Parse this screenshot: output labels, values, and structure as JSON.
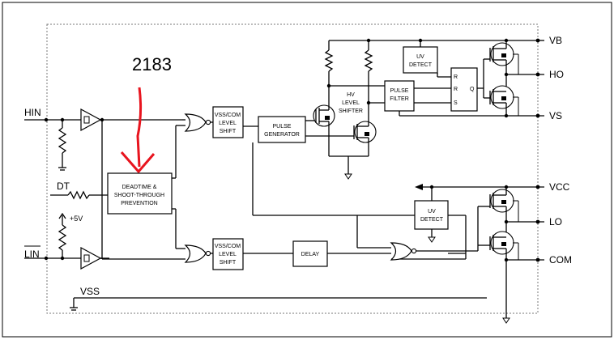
{
  "annotation": {
    "number": "2183",
    "arrow_color": "#e8141e"
  },
  "pins": {
    "hin": "HIN",
    "lin": "LIN",
    "dt": "DT",
    "plus5v": "+5V",
    "vss": "VSS",
    "vb": "VB",
    "ho": "HO",
    "vs": "VS",
    "vcc": "VCC",
    "lo": "LO",
    "com": "COM"
  },
  "blocks": {
    "deadtime": [
      "DEADTIME &",
      "SHOOT-THROUGH",
      "PREVENTION"
    ],
    "level_shift_top": [
      "VSS/COM",
      "LEVEL",
      "SHIFT"
    ],
    "level_shift_bottom": [
      "VSS/COM",
      "LEVEL",
      "SHIFT"
    ],
    "pulse_generator": [
      "PULSE",
      "GENERATOR"
    ],
    "hv_level_shifter": [
      "HV",
      "LEVEL",
      "SHIFTER"
    ],
    "pulse_filter": [
      "PULSE",
      "FILTER"
    ],
    "uv_detect_top": [
      "UV",
      "DETECT"
    ],
    "uv_detect_bottom": [
      "UV",
      "DETECT"
    ],
    "delay": [
      "DELAY"
    ],
    "latch_pins": {
      "r1": "R",
      "r2": "R",
      "s": "S",
      "q": "Q"
    }
  }
}
